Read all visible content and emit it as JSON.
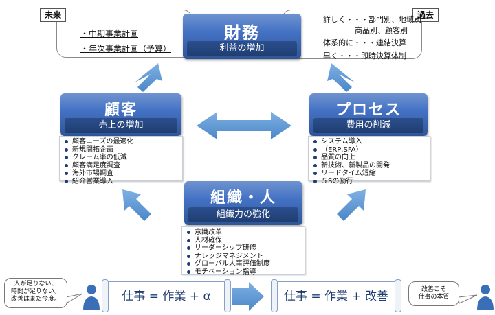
{
  "future": {
    "tag": "未来",
    "items": [
      "・中期事業計画",
      "・年次事業計画（予算）"
    ]
  },
  "past": {
    "tag": "過去",
    "lines": [
      "詳しく・・・部門別、地域別",
      "商品別、顧客別",
      "体系的に・・・連結決算",
      "早く・・・即時決算体制"
    ]
  },
  "finance": {
    "title": "財務",
    "subtitle": "利益の増加"
  },
  "customer": {
    "title": "顧客",
    "subtitle": "売上の増加",
    "items": [
      "顧客ニーズの最適化",
      "新規開拓企画",
      "クレーム率の低減",
      "顧客満足度調査",
      "海外市場調査",
      "紹介営業導入"
    ]
  },
  "process": {
    "title": "プロセス",
    "subtitle": "費用の削減",
    "items": [
      "システム導入",
      "（ERP,SFA）",
      "品質の向上",
      "新技術、新製品の開発",
      "リードタイム短縮",
      "５Sの励行"
    ]
  },
  "org": {
    "title": "組織・人",
    "subtitle": "組織力の強化",
    "items": [
      "意識改革",
      "人材確保",
      "リーダーシップ研修",
      "ナレッジマネジメント",
      "グローバル人事評価制度",
      "モチベーション指導"
    ]
  },
  "bottom": {
    "left_speech": [
      "人が足りない、",
      "時間が足りない。",
      "改善はまた今度。"
    ],
    "left_formula": "仕事 = 作業 + α",
    "right_formula": "仕事 = 作業 + 改善",
    "right_speech": [
      "改善こそ",
      "仕事の本質"
    ]
  },
  "colors": {
    "title_blue": "#4472c4",
    "subtitle_navy": "#1f3d70",
    "arrow_blue": "#5b9bd5"
  }
}
